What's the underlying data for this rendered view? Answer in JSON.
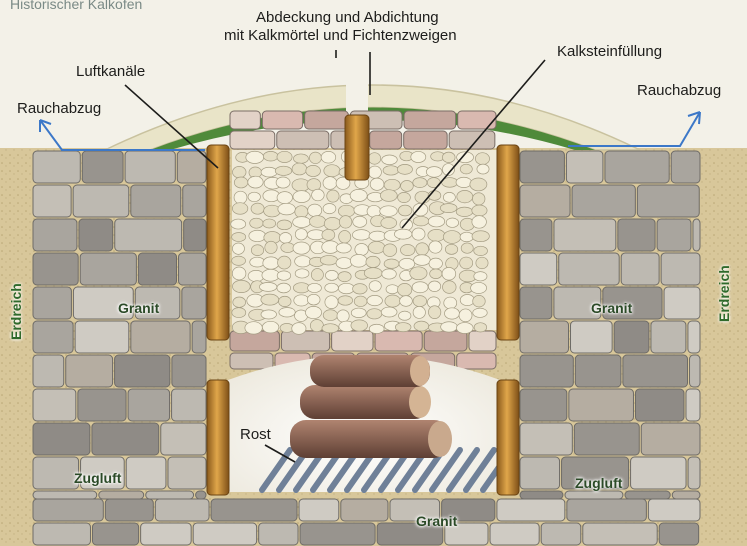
{
  "title": "Historischer Kalkofen",
  "labels": {
    "cover_line1": "Abdeckung und Abdichtung",
    "cover_line2": "mit Kalkmörtel und Fichtenzweigen",
    "air_channels": "Luftkanäle",
    "limestone_fill": "Kalksteinfüllung",
    "smoke_left": "Rauchabzug",
    "smoke_right": "Rauchabzug",
    "granite_left": "Granit",
    "granite_right": "Granit",
    "granite_bottom": "Granit",
    "soil_left": "Erdreich",
    "soil_right": "Erdreich",
    "grate": "Rost",
    "draft_left": "Zugluft",
    "draft_right": "Zugluft"
  },
  "colors": {
    "soil": "#d8c79a",
    "stone_light": "#c9c6bf",
    "stone_dark": "#8d8a84",
    "limestone": "#efe9d6",
    "dome": "#e9e4c8",
    "moss": "#4f8a3a",
    "pipe": "#c98a2e",
    "grate": "#6f8098",
    "arrow": "#3c78c8",
    "label_green": "#2f6a2b"
  }
}
